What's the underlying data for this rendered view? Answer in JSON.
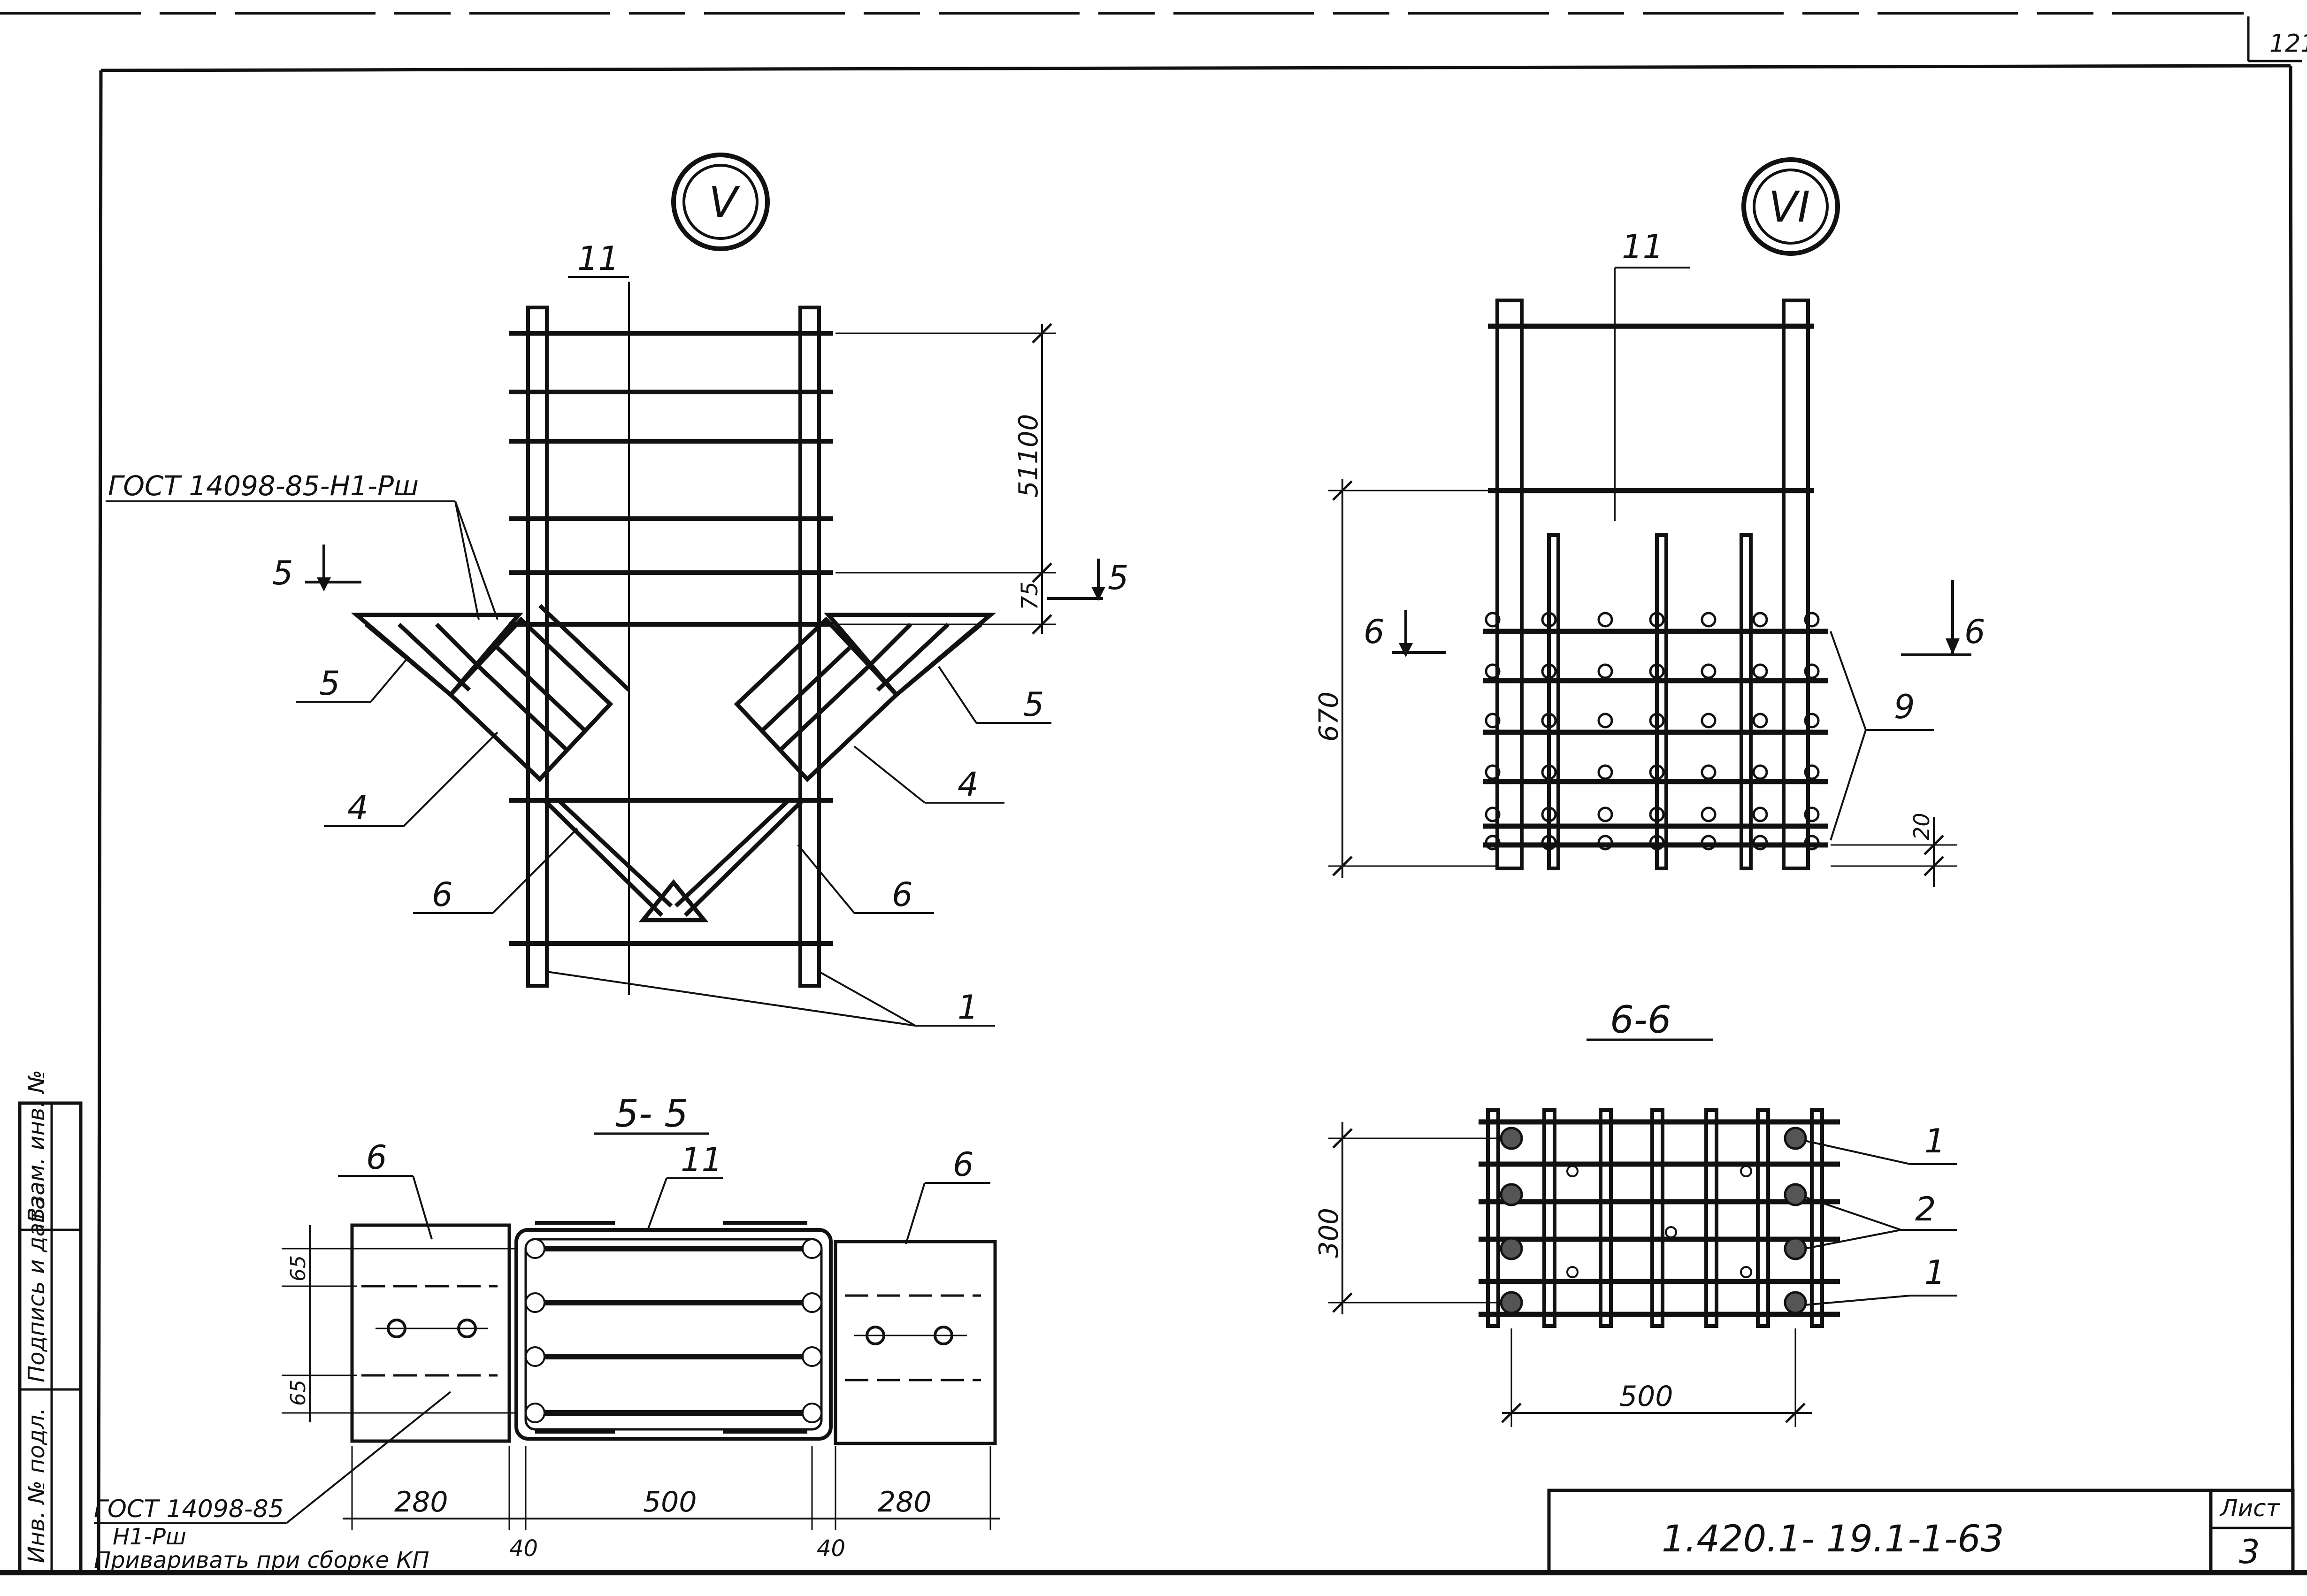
{
  "sheet": {
    "corner_number": "121",
    "code": "1.420.1- 19.1-1-63",
    "sheet_label": "Лист",
    "sheet_number": "3"
  },
  "side_stamp": {
    "field1": "Инв. № подл.",
    "field2": "Подпись и дата",
    "field3": "Взам. инв. №"
  },
  "view5": {
    "marker": "V",
    "label_11": "11",
    "gost_note": "ГОСТ 14098-85-Н1-Рш",
    "dim_51100": "51100",
    "dim_75": "75",
    "section_5_left": "5",
    "section_5_right": "5",
    "label_5_left": "5",
    "label_5_right": "5",
    "label_4_left": "4",
    "label_4_right": "4",
    "label_6_left": "6",
    "label_6_right": "6",
    "label_1": "1"
  },
  "view6": {
    "marker": "VI",
    "label_11": "11",
    "dim_670": "670",
    "dim_20": "20",
    "section_6_left": "6",
    "section_6_right": "6",
    "label_9": "9"
  },
  "section55": {
    "title": "5- 5",
    "label_6_left": "6",
    "label_6_right": "6",
    "label_11": "11",
    "dim_65_top": "65",
    "dim_65_bottom": "65",
    "dim_280_left": "280",
    "dim_500": "500",
    "dim_280_right": "280",
    "dim_40_left": "40",
    "dim_40_right": "40",
    "gost_line1": "ГОСТ 14098-85",
    "gost_line2": "Н1-Рш",
    "gost_line3": "Приваривать при сборке КП"
  },
  "section66": {
    "title": "6-6",
    "dim_300": "300",
    "dim_500": "500",
    "label_1_top": "1",
    "label_2": "2",
    "label_1_bottom": "1"
  }
}
